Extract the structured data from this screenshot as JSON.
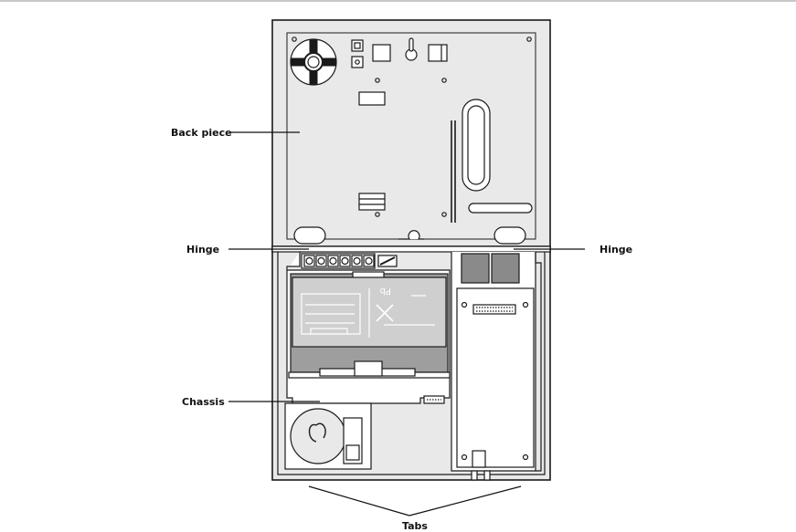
{
  "labels": {
    "back_piece": "Back piece",
    "hinge_left": "Hinge",
    "hinge_right": "Hinge",
    "chassis": "Chassis",
    "tabs": "Tabs"
  },
  "battery_marking": "Pb",
  "colors": {
    "line": "#1a1a1a",
    "panel_fill": "#e9e9e9",
    "inner_fill": "#ffffff",
    "battery_fill": "#9e9e9e",
    "battery_label_fill": "#cfcfcf",
    "dark_part": "#8a8a8a"
  }
}
